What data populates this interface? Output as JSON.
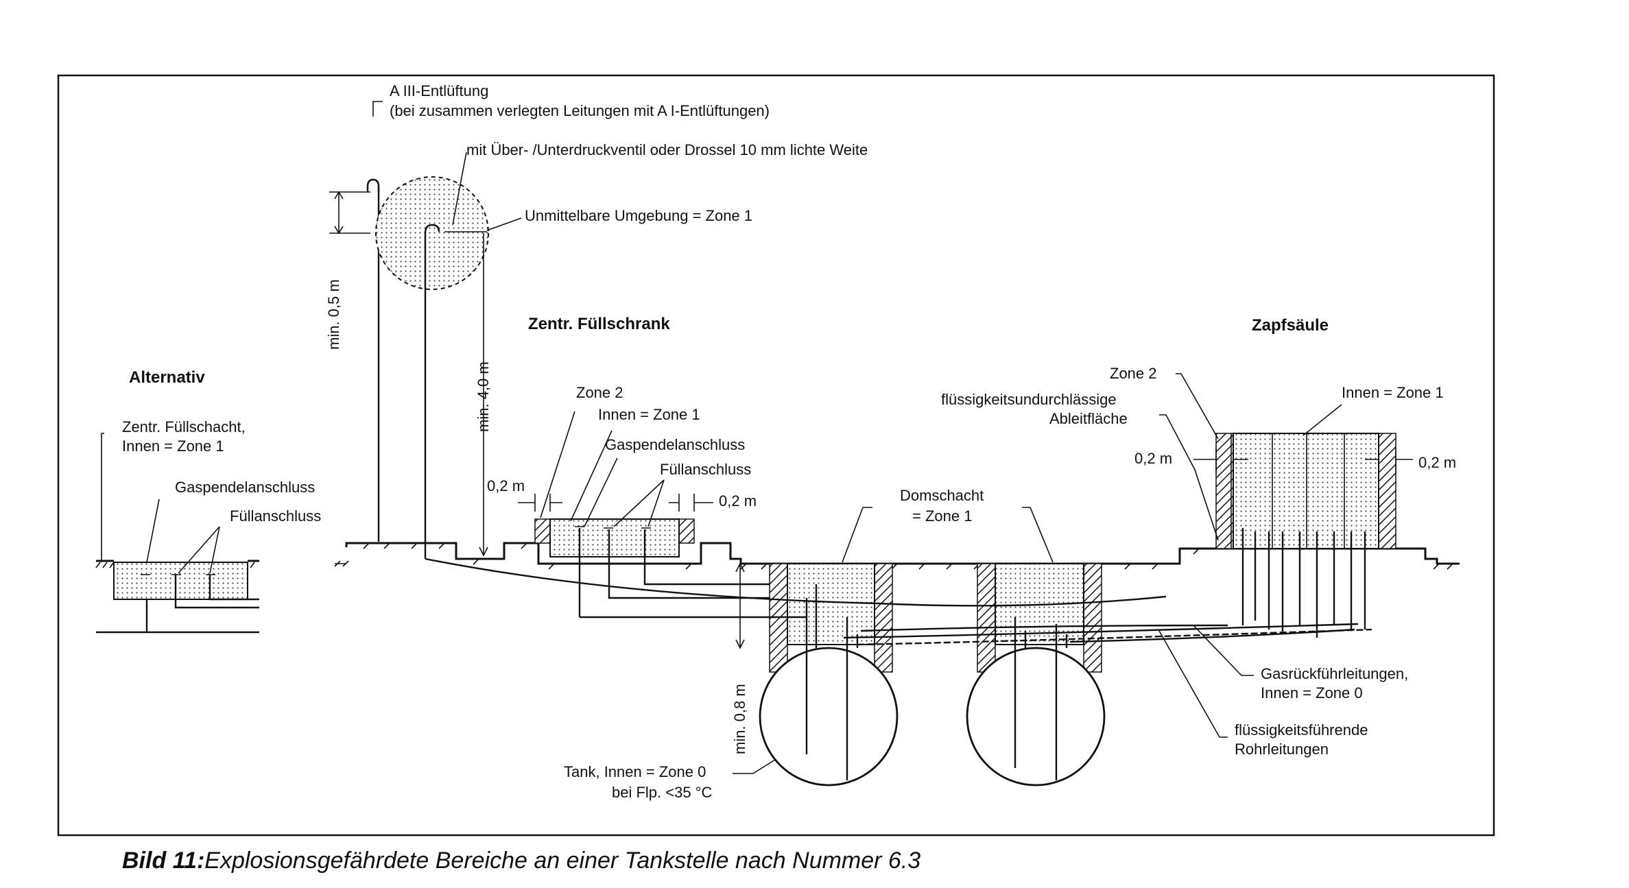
{
  "caption": {
    "number": "Bild 11:",
    "text": "Explosionsgefährdete Bereiche an einer Tankstelle nach Nummer 6.3"
  },
  "headings": {
    "alternativ": "Alternativ",
    "fuellschrank": "Zentr. Füllschrank",
    "zapfsaeule": "Zapfsäule"
  },
  "labels": {
    "entlueftung_1": "A III-Entlüftung",
    "entlueftung_2": "(bei zusammen verlegten Leitungen mit A I-Entlüftungen)",
    "ventil": "mit Über- /Unterdruckventil oder Drossel 10 mm lichte Weite",
    "umgebung": "Unmittelbare Umgebung = Zone 1",
    "min_05": "min. 0,5 m",
    "min_40": "min. 4,0 m",
    "min_08": "min. 0,8 m",
    "alt_schacht_1": "Zentr. Füllschacht,",
    "alt_schacht_2": "Innen = Zone 1",
    "alt_gaspendel": "Gaspendelanschluss",
    "alt_fuell": "Füllanschluss",
    "fs_zone2": "Zone 2",
    "fs_innen": "Innen = Zone 1",
    "fs_gaspendel": "Gaspendelanschluss",
    "fs_fuell": "Füllanschluss",
    "fs_02_left": "0,2 m",
    "fs_02_right": "0,2 m",
    "dom_1": "Domschacht",
    "dom_2": "= Zone 1",
    "zs_zone2": "Zone 2",
    "zs_flaeche_1": "flüssigkeitsundurchlässige",
    "zs_flaeche_2": "Ableitfläche",
    "zs_innen": "Innen = Zone 1",
    "zs_02_left": "0,2 m",
    "zs_02_right": "0,2 m",
    "gasrueck_1": "Gasrückführleitungen,",
    "gasrueck_2": "Innen = Zone 0",
    "fluessig_1": "flüssigkeitsführende",
    "fluessig_2": "Rohrleitungen",
    "tank_1": "Tank, Innen = Zone 0",
    "tank_2": "bei Flp. <35 °C"
  }
}
